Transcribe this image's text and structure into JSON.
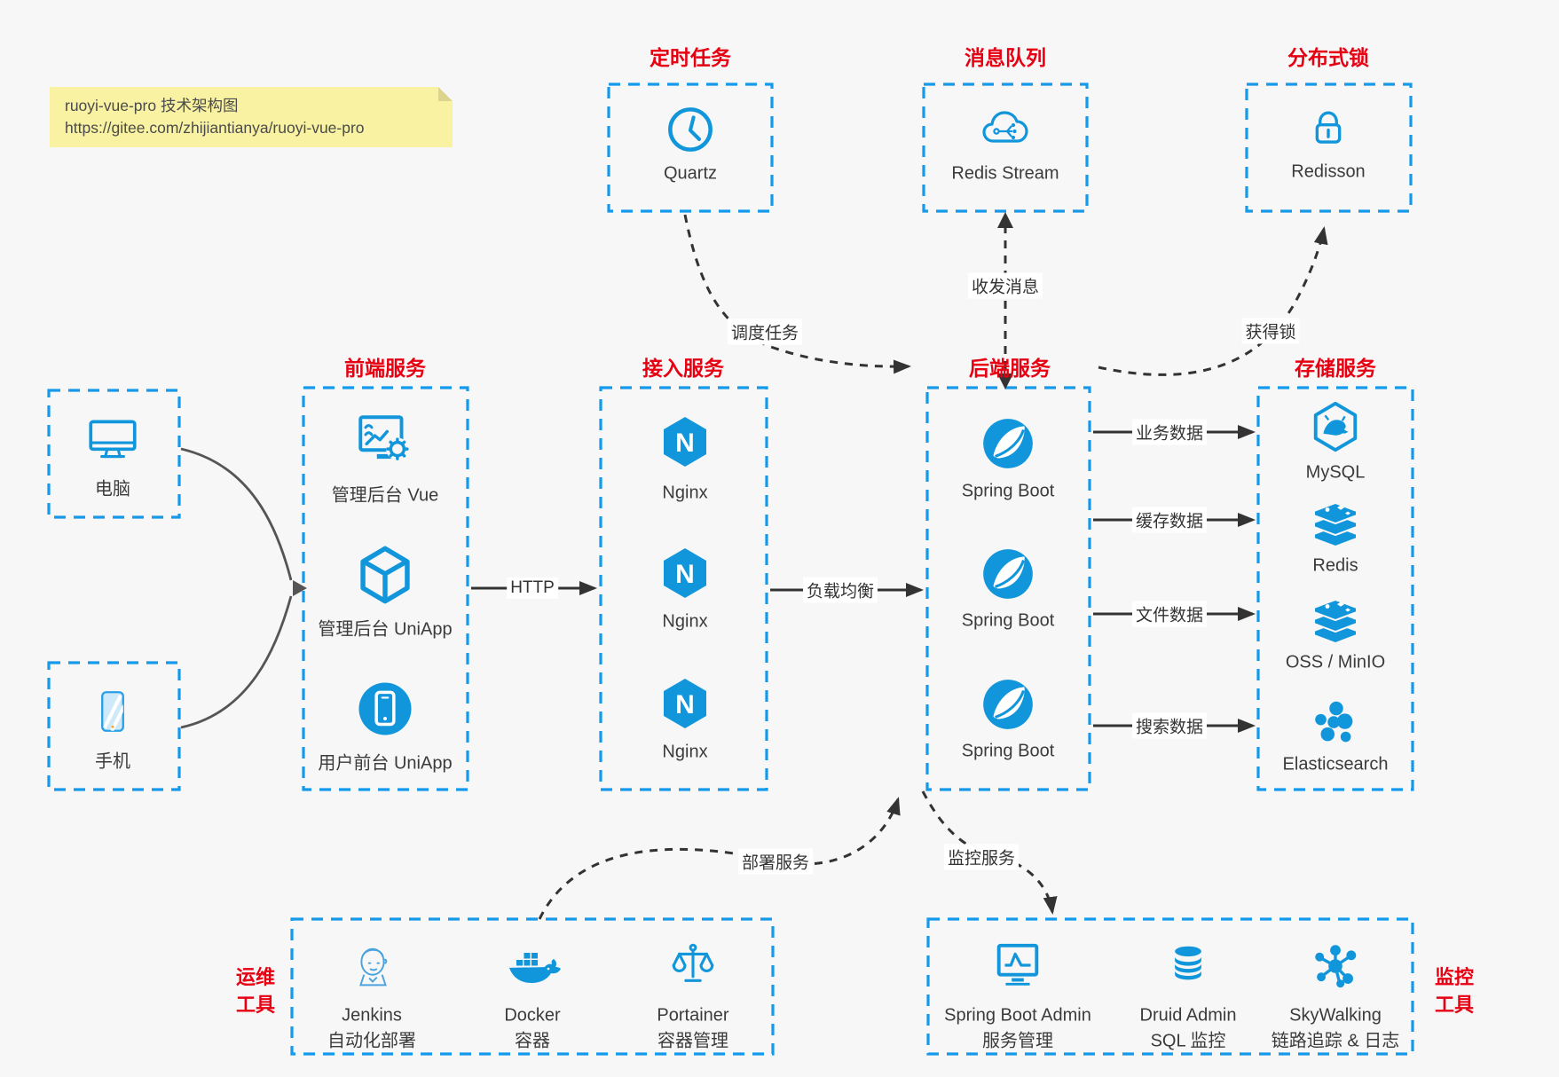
{
  "note": {
    "line1": "ruoyi-vue-pro 技术架构图",
    "line2": "https://gitee.com/zhijiantianya/ruoyi-vue-pro"
  },
  "colors": {
    "canvas_bg": "#f7f7f8",
    "note_bg": "#f9f2a2",
    "icon_blue": "#1296db",
    "border_blue": "#1499eb",
    "title_red": "#e60012",
    "arrow_dark": "#333333",
    "device_arrow_gray": "#555555",
    "label_bg": "#ffffff"
  },
  "top_groups": {
    "scheduler": {
      "title": "定时任务",
      "item": {
        "label": "Quartz",
        "icon": "clock-icon"
      }
    },
    "mq": {
      "title": "消息队列",
      "item": {
        "label": "Redis Stream",
        "icon": "cloud-mq-icon"
      }
    },
    "lock": {
      "title": "分布式锁",
      "item": {
        "label": "Redisson",
        "icon": "lock-icon"
      }
    }
  },
  "devices": {
    "computer": {
      "label": "电脑",
      "icon": "computer-icon"
    },
    "phone": {
      "label": "手机",
      "icon": "phone-icon"
    }
  },
  "columns": {
    "frontend": {
      "title": "前端服务",
      "items": [
        "管理后台 Vue",
        "管理后台 UniApp",
        "用户前台 UniApp"
      ]
    },
    "gateway": {
      "title": "接入服务",
      "items": [
        "Nginx",
        "Nginx",
        "Nginx"
      ]
    },
    "backend": {
      "title": "后端服务",
      "items": [
        "Spring Boot",
        "Spring Boot",
        "Spring Boot"
      ]
    },
    "storage": {
      "title": "存储服务",
      "items": [
        "MySQL",
        "Redis",
        "OSS / MinIO",
        "Elasticsearch"
      ]
    }
  },
  "bottom_groups": {
    "ops": {
      "side_title": "运维工具",
      "items": [
        {
          "name": "Jenkins",
          "desc": "自动化部署",
          "icon": "jenkins-icon"
        },
        {
          "name": "Docker",
          "desc": "容器",
          "icon": "docker-icon"
        },
        {
          "name": "Portainer",
          "desc": "容器管理",
          "icon": "portainer-icon"
        }
      ]
    },
    "monitoring": {
      "side_title": "监控工具",
      "items": [
        {
          "name": "Spring Boot Admin",
          "desc": "服务管理",
          "icon": "sba-monitor-icon"
        },
        {
          "name": "Druid Admin",
          "desc": "SQL 监控",
          "icon": "druid-database-icon"
        },
        {
          "name": "SkyWalking",
          "desc": "链路追踪 & 日志",
          "icon": "skywalking-icon"
        }
      ]
    }
  },
  "edges": {
    "http": "HTTP",
    "load_balance": "负载均衡",
    "schedule_task": "调度任务",
    "send_receive_message": "收发消息",
    "acquire_lock": "获得锁",
    "business_data": "业务数据",
    "cache_data": "缓存数据",
    "file_data": "文件数据",
    "search_data": "搜索数据",
    "deploy_service": "部署服务",
    "monitor_service": "监控服务"
  }
}
